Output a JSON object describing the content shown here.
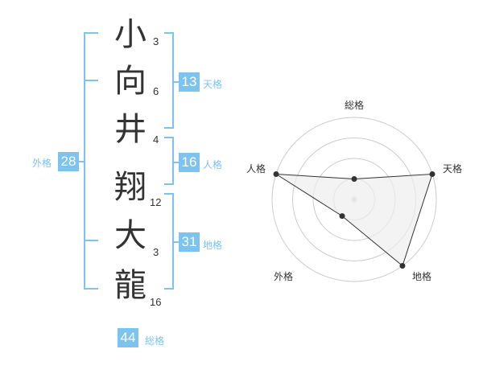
{
  "name": {
    "characters": [
      {
        "char": "小",
        "strokes": "3"
      },
      {
        "char": "向",
        "strokes": "6"
      },
      {
        "char": "井",
        "strokes": "4"
      },
      {
        "char": "翔",
        "strokes": "12"
      },
      {
        "char": "大",
        "strokes": "3"
      },
      {
        "char": "龍",
        "strokes": "16"
      }
    ]
  },
  "fortunes": {
    "tenkaku": {
      "value": "13",
      "label": "天格"
    },
    "jinkaku": {
      "value": "16",
      "label": "人格"
    },
    "chikaku": {
      "value": "31",
      "label": "地格"
    },
    "gaikaku": {
      "value": "28",
      "label": "外格"
    },
    "soukaku": {
      "value": "44",
      "label": "総格"
    }
  },
  "chart_data": {
    "type": "radar",
    "axes": [
      "総格",
      "天格",
      "地格",
      "外格",
      "人格"
    ],
    "values": [
      1,
      4,
      4,
      1,
      4
    ],
    "max": 4,
    "rings": 4
  },
  "colors": {
    "accent": "#7cc3f0",
    "text": "#333333",
    "grid": "#cccccc",
    "fill": "#eeeeee",
    "point": "#333333"
  }
}
